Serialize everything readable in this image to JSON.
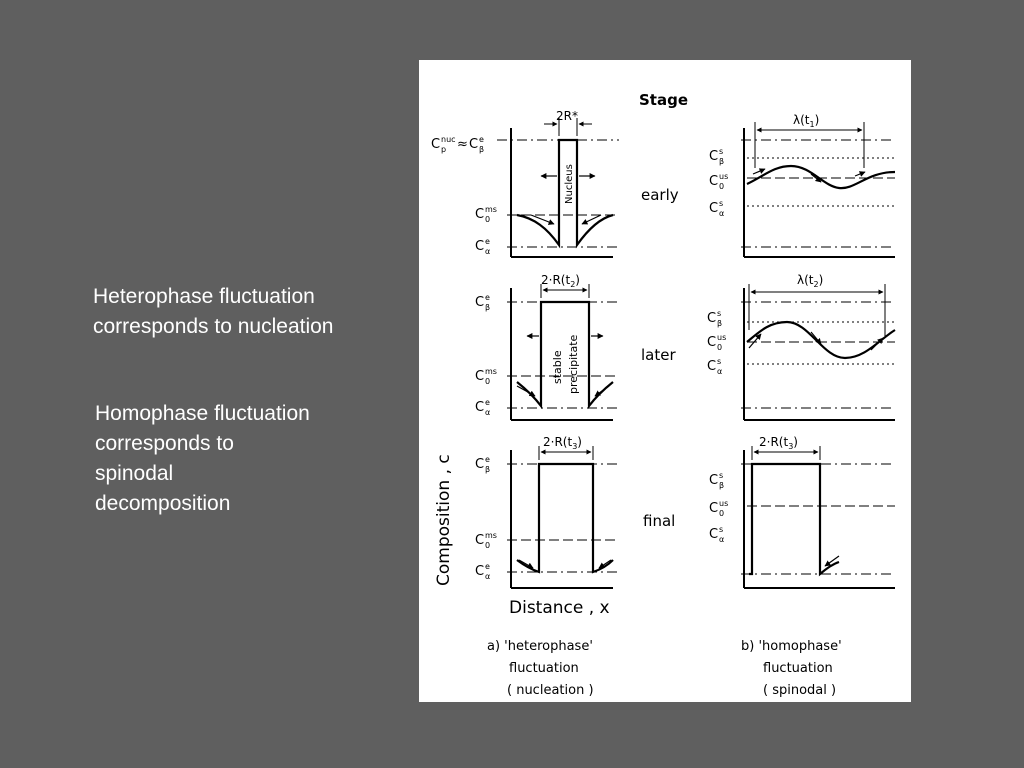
{
  "captions": {
    "heterophase_line1": "Heterophase fluctuation",
    "heterophase_line2": "corresponds to nucleation",
    "homophase_line1": "Homophase fluctuation",
    "homophase_line2": "corresponds to",
    "homophase_line3": "spinodal",
    "homophase_line4": "decomposition"
  },
  "figure": {
    "stage_title": "Stage",
    "stages": [
      "early",
      "later",
      "final"
    ],
    "y_axis_label": "Composition ,  c",
    "x_axis_label": "Distance ,  x",
    "widths": {
      "early_left": "2R*",
      "early_right": "λ(t",
      "later_left": "2·R(t",
      "later_right": "λ(t",
      "final_left": "2·R(t",
      "final_right": "2·R(t"
    },
    "width_subscripts": {
      "early_right": "1",
      "later_left": "2",
      "later_right": "2",
      "final_left": "3",
      "final_right": "3"
    },
    "panel_text": {
      "nucleus": "Nucleus",
      "stable": "stable",
      "precipitate": "precipitate"
    },
    "panel_a": {
      "line1": "a) 'heterophase'",
      "line2": "fluctuation",
      "line3": "( nucleation )"
    },
    "panel_b": {
      "line1": "b) 'homophase'",
      "line2": "fluctuation",
      "line3": "( spinodal )"
    }
  }
}
